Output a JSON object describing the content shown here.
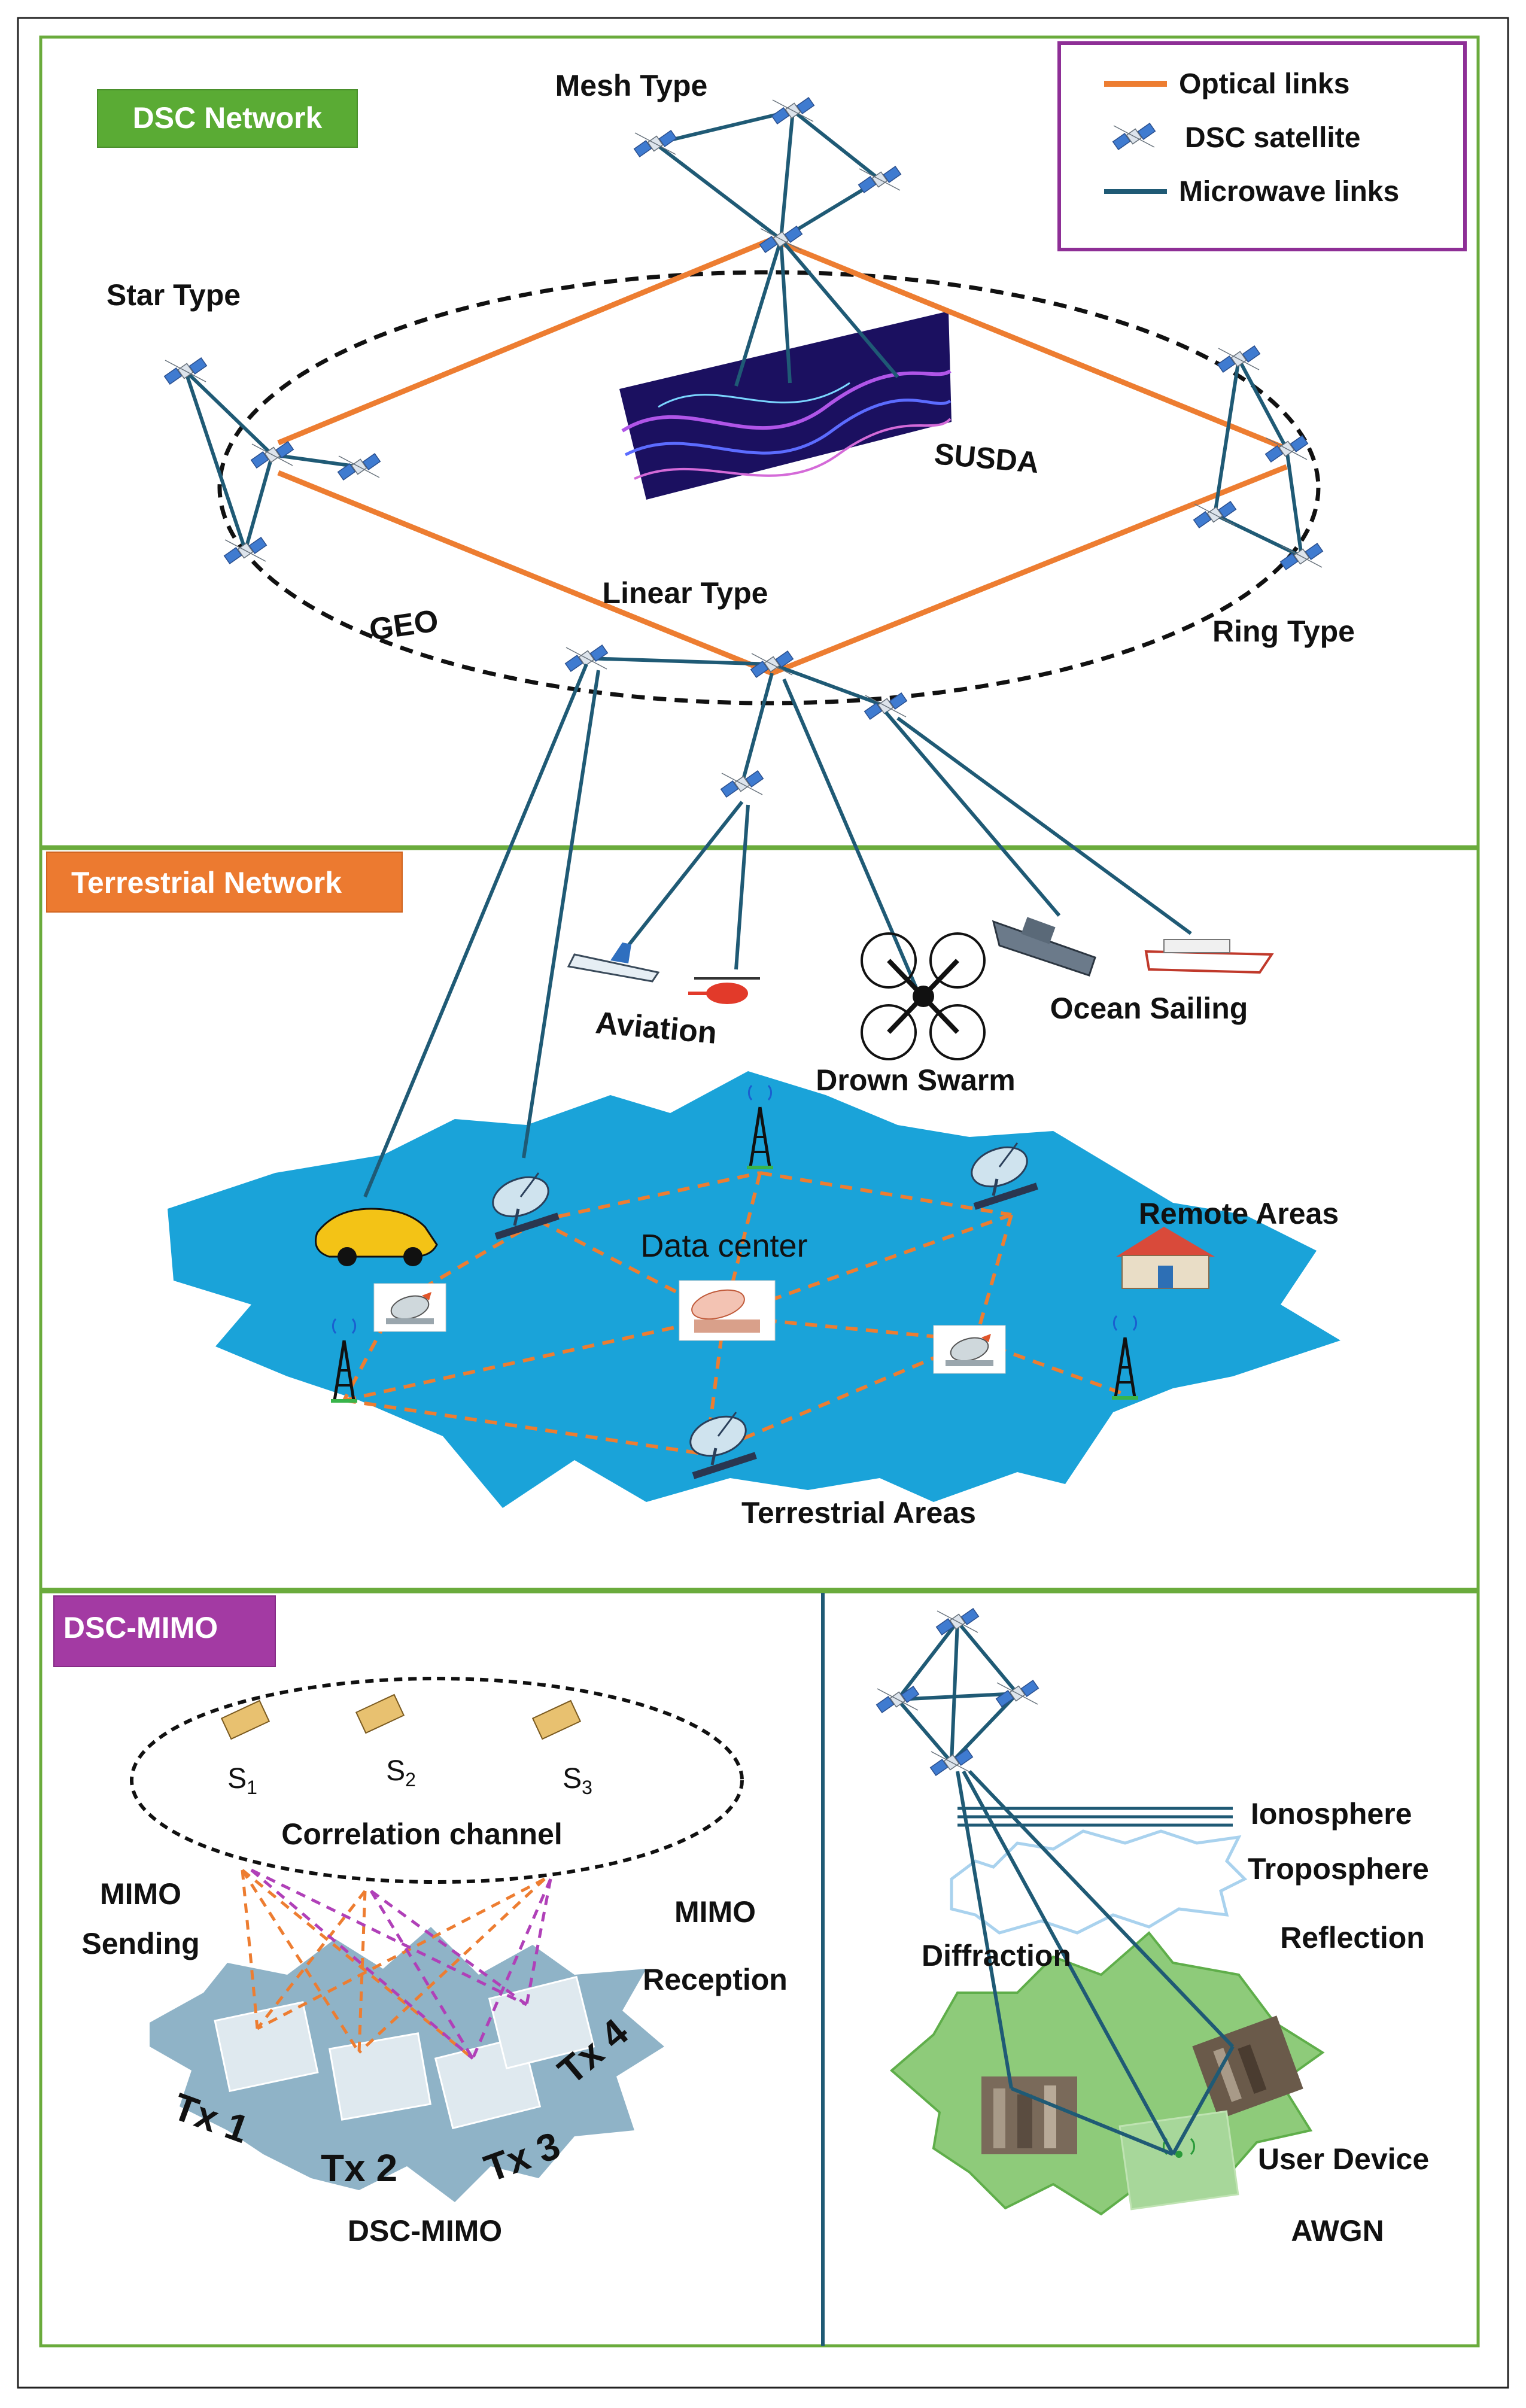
{
  "sections": {
    "dsc_network": "DSC Network",
    "terrestrial_network": "Terrestrial Network",
    "dsc_mimo": "DSC-MIMO"
  },
  "legend": {
    "optical": "Optical links",
    "satellite": "DSC satellite",
    "microwave": "Microwave links"
  },
  "topology": {
    "mesh": "Mesh Type",
    "star": "Star Type",
    "linear": "Linear Type",
    "ring": "Ring Type",
    "geo": "GEO",
    "susda": "SUSDA"
  },
  "terrestrial": {
    "aviation": "Aviation",
    "drone_swarm": "Drown Swarm",
    "ocean_sailing": "Ocean Sailing",
    "remote_areas": "Remote Areas",
    "data_center": "Data center",
    "terrestrial_areas": "Terrestrial Areas"
  },
  "mimo": {
    "s1": "S",
    "s1_sub": "1",
    "s2": "S",
    "s2_sub": "2",
    "s3": "S",
    "s3_sub": "3",
    "correlation": "Correlation channel",
    "mimo_left": "MIMO",
    "sending": "Sending",
    "mimo_right": "MIMO",
    "reception": "Reception",
    "tx1": "Tx 1",
    "tx2": "Tx 2",
    "tx3": "Tx 3",
    "tx4": "Tx 4",
    "caption": "DSC-MIMO"
  },
  "propagation": {
    "ionosphere": "Ionosphere",
    "troposphere": "Troposphere",
    "diffraction": "Diffraction",
    "reflection": "Reflection",
    "user_device": "User Device",
    "awgn": "AWGN"
  },
  "colors": {
    "frame_green": "#6aab3c",
    "optical_orange": "#ed7d31",
    "microwave_teal": "#1f5a75",
    "legend_purple": "#8e2f96",
    "land_blue": "#1aa3d9",
    "green_ground": "#8ecb7a",
    "mimo_ground": "#8fb3c7",
    "mimo_violet": "#b040b8",
    "dsc_tag_green": "#5aab34",
    "terrestrial_tag_orange": "#ec7a30",
    "mimo_tag_purple": "#a33aa3"
  }
}
